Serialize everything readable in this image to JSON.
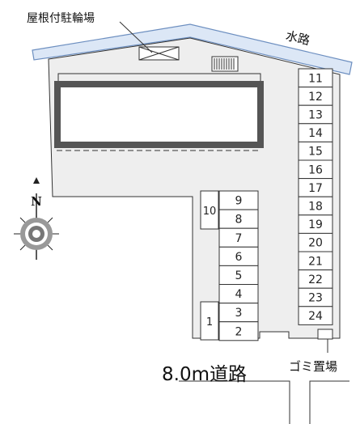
{
  "labels": {
    "bike_parking": "屋根付駐輪場",
    "waterway": "水路",
    "road": "8.0m道路",
    "garbage": "ゴミ置場",
    "compass_north": "N"
  },
  "parking": {
    "right_column": [
      "11",
      "12",
      "13",
      "14",
      "15",
      "16",
      "17",
      "18",
      "19",
      "20",
      "21",
      "22",
      "23",
      "24"
    ],
    "left_column": [
      "9",
      "8",
      "7",
      "6",
      "5",
      "4",
      "3",
      "2"
    ],
    "side_top": "10",
    "side_bottom": "1"
  },
  "colors": {
    "lot_fill": "#eeeeee",
    "waterway_fill": "#dce7f6",
    "waterway_stroke": "#6d8fc0",
    "building_border": "#555555",
    "outline": "#333333"
  }
}
